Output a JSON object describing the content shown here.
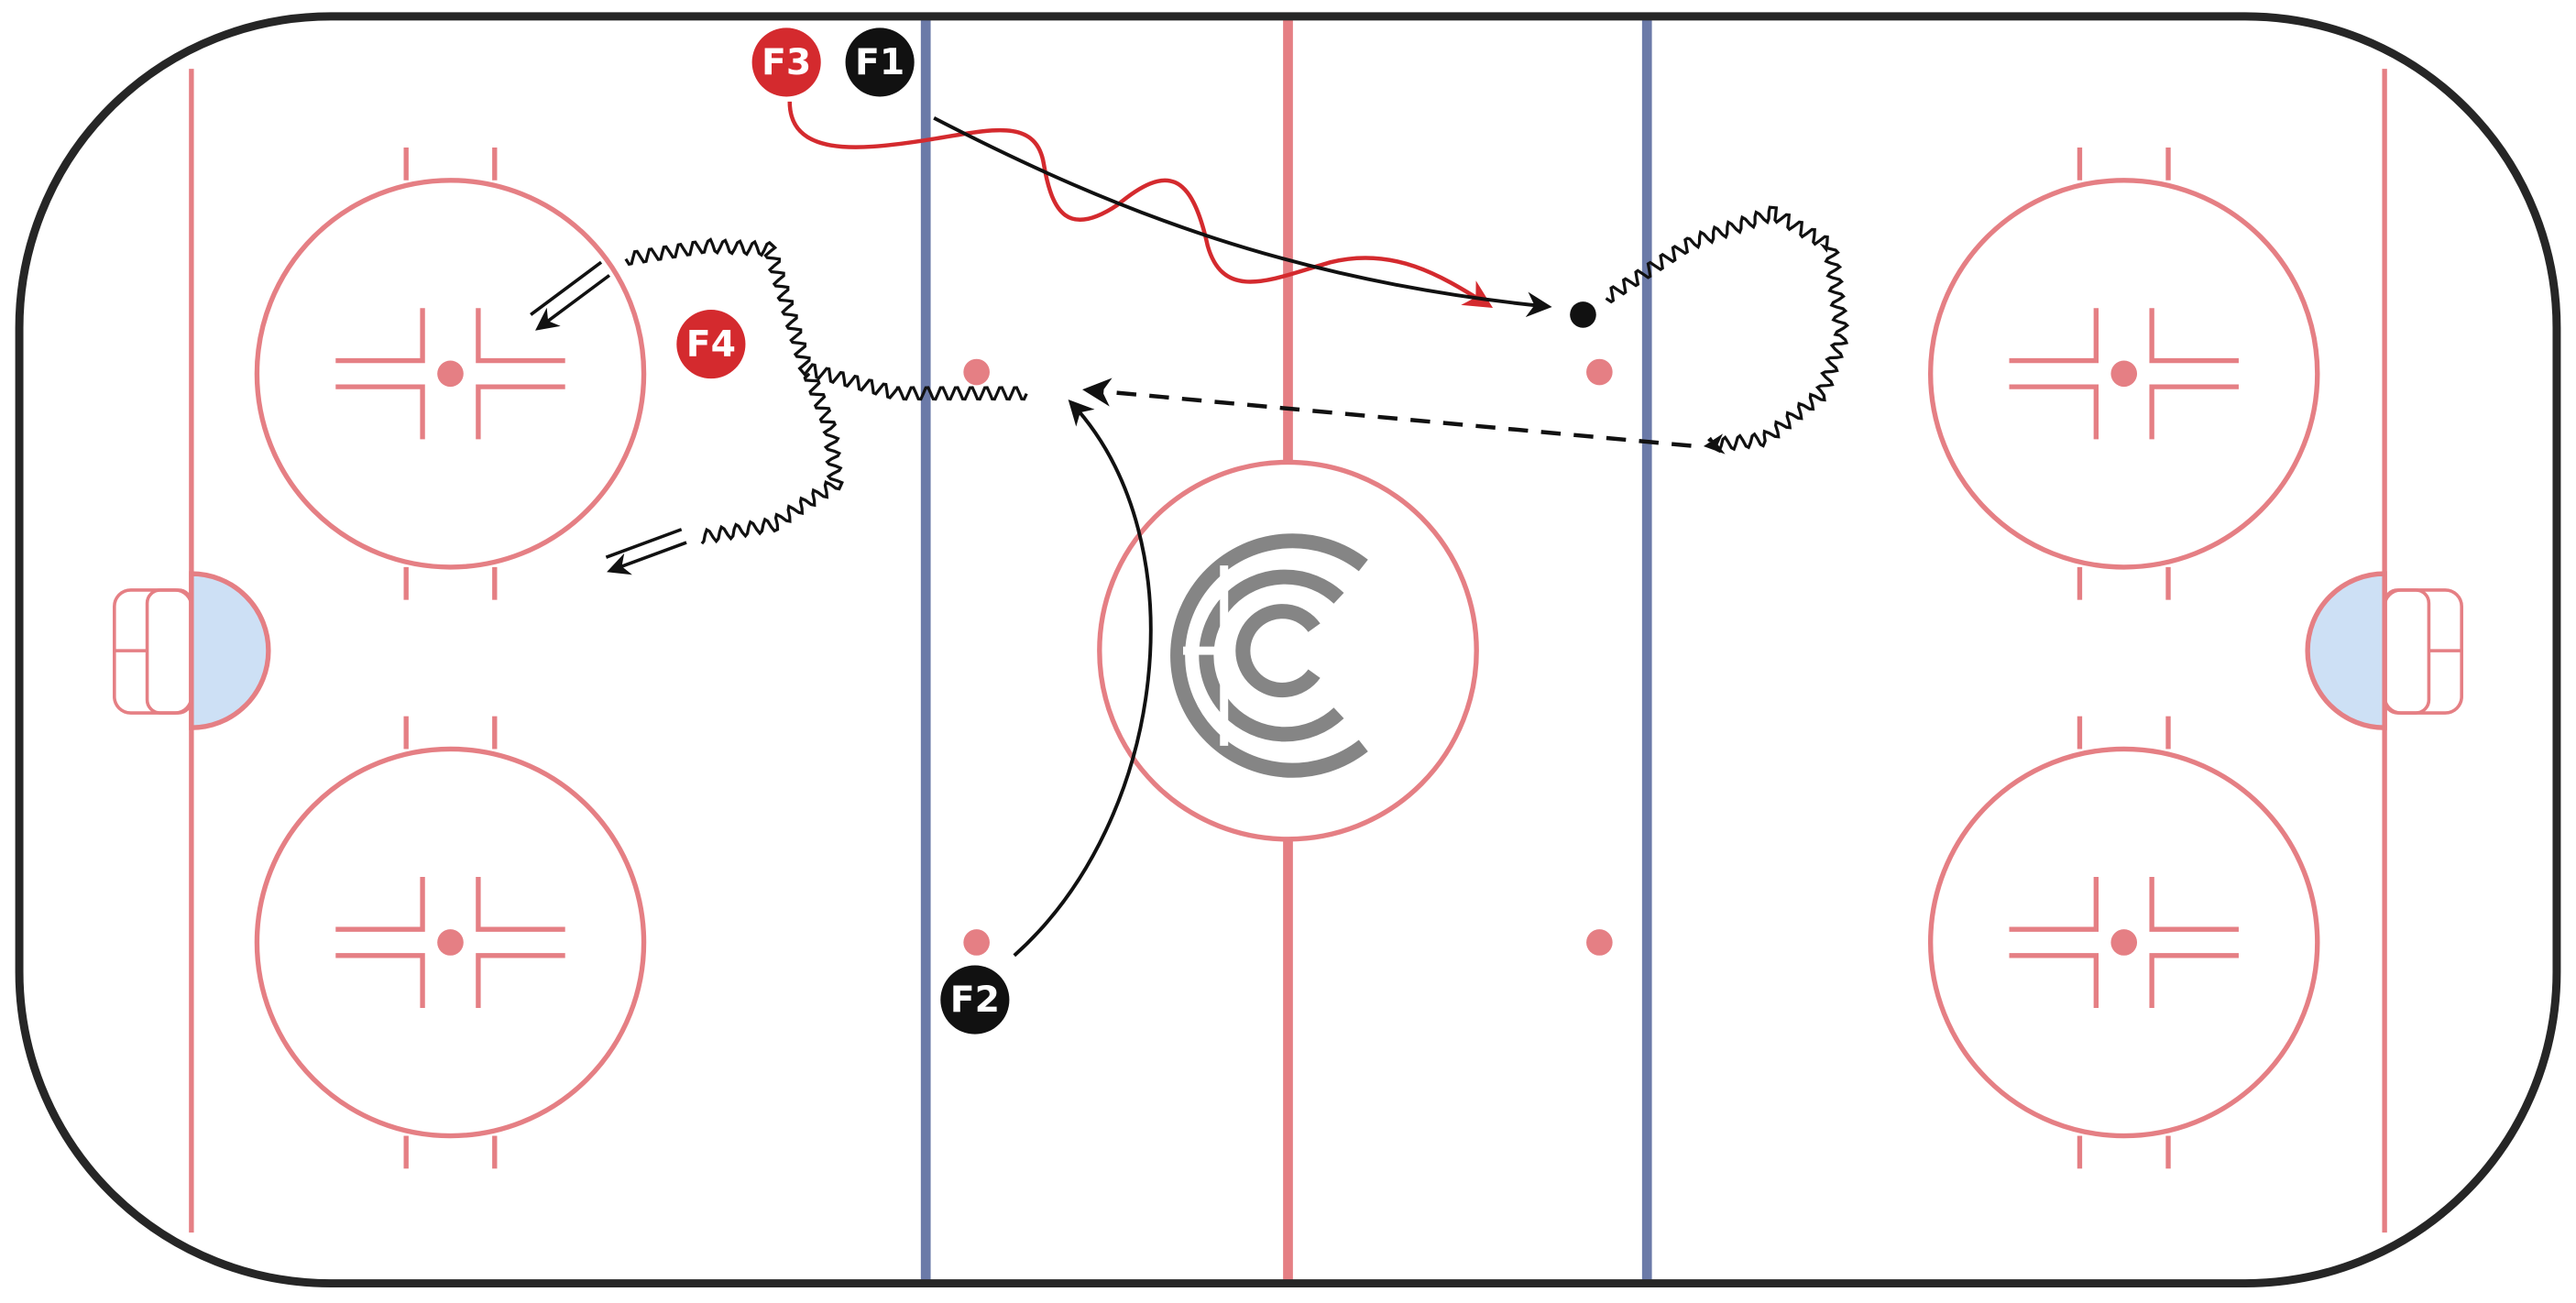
{
  "colors": {
    "boards": "#262626",
    "red_line": "#e57f84",
    "blue_line": "#6b7aa8",
    "crease": "#cde0f5",
    "red_player": "#d42a2e",
    "black_player": "#111111",
    "logo": "#858585"
  },
  "players": [
    {
      "id": "f3",
      "label": "F3",
      "team": "red"
    },
    {
      "id": "f1",
      "label": "F1",
      "team": "black"
    },
    {
      "id": "f4",
      "label": "F4",
      "team": "red"
    },
    {
      "id": "f2",
      "label": "F2",
      "team": "black"
    }
  ],
  "legend_icons": [
    "skate-path",
    "skate-with-puck",
    "pass",
    "backward-skate",
    "puck"
  ]
}
